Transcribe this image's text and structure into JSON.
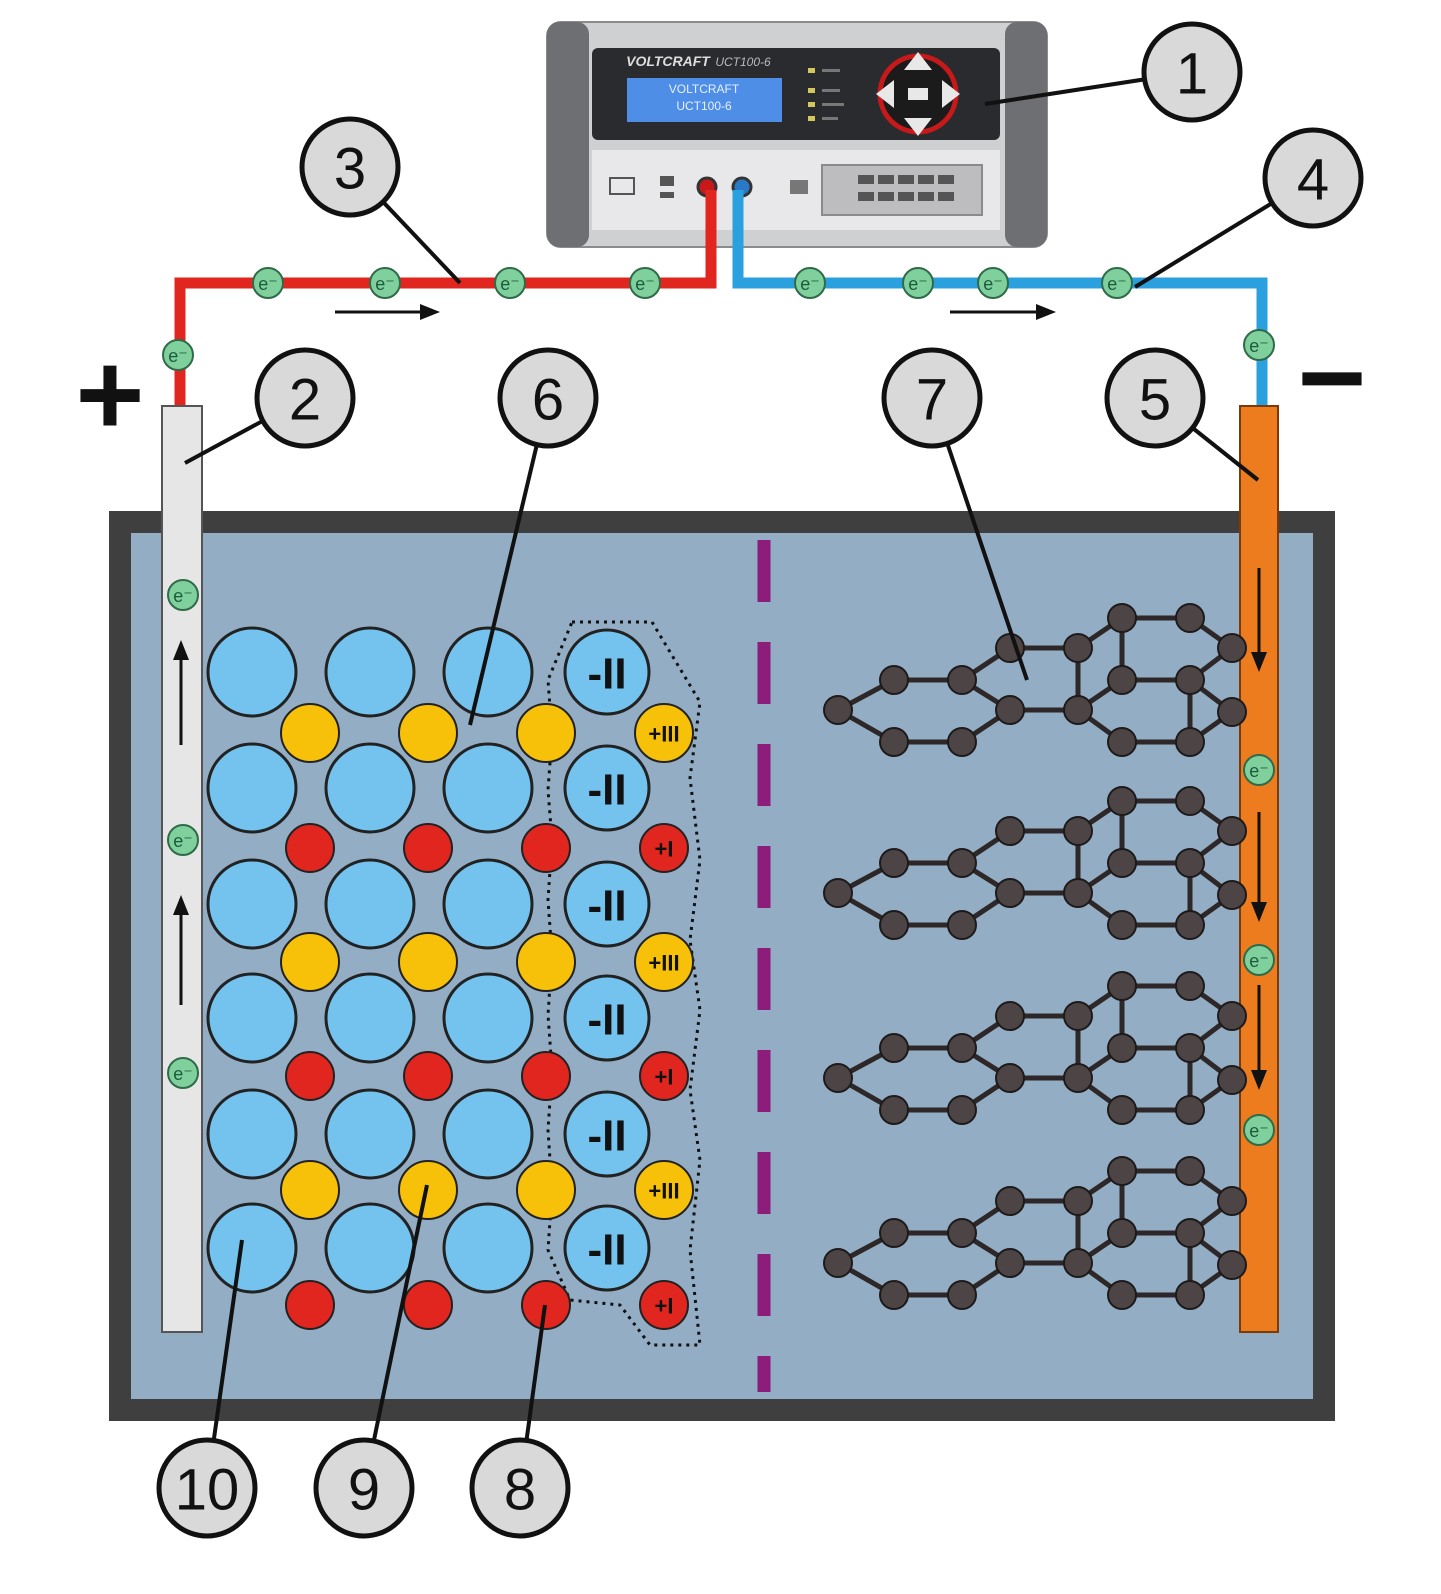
{
  "device": {
    "brand": "VOLTCRAFT",
    "model": "UCT100-6",
    "screen_line1": "VOLTCRAFT",
    "screen_line2": "UCT100-6"
  },
  "polarity": {
    "plus": "+",
    "minus": "−"
  },
  "electron_label": "e⁻",
  "callouts": [
    "1",
    "2",
    "3",
    "4",
    "5",
    "6",
    "7",
    "8",
    "9",
    "10"
  ],
  "ions": {
    "oxide": "-II",
    "trivalent": "+III",
    "monovalent": "+I"
  },
  "colors": {
    "positive_wire": "#e0261f",
    "negative_wire": "#2aa0df",
    "electrolyte": "#93adc4",
    "cell_wall": "#3f3f3f",
    "separator": "#8d1d7a",
    "cathode_plate": "#e6e6e6",
    "anode_plate": "#ec7c1e",
    "oxygen": "#74c3ee",
    "metal_trivalent": "#f7c10a",
    "lithium": "#e0261f",
    "carbon": "#4d4545",
    "electron": "#7fd09d"
  },
  "icons": [
    "flow-arrow-icon",
    "electron-icon",
    "arrow-pad-icon"
  ]
}
